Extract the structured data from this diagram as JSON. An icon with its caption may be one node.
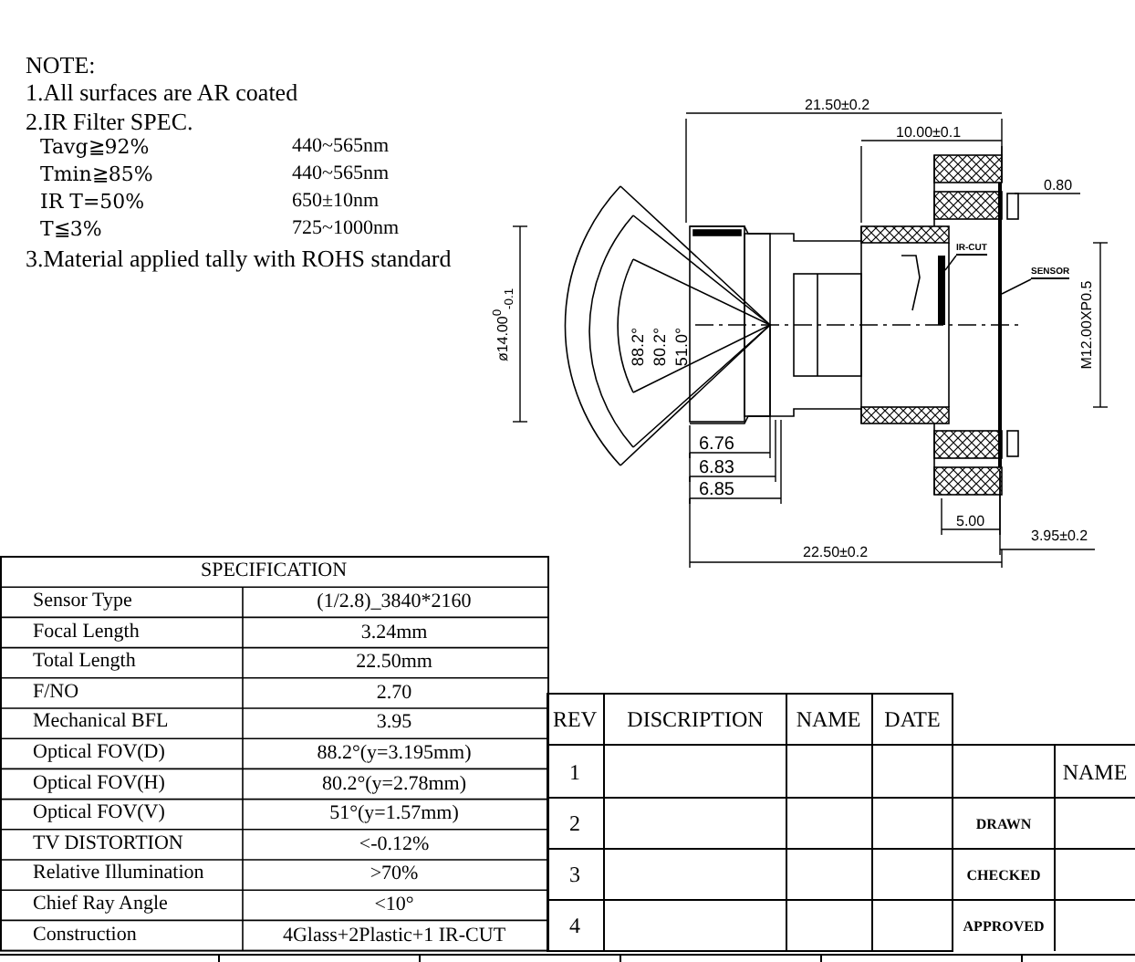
{
  "diagram": {
    "nodes": [
      {
        "text": [
          "IR-CUT"
        ]
      },
      {
        "text": [],
        "shape": "bar"
      },
      {
        "text": [
          "SENSOR"
        ]
      },
      {
        "text": [],
        "shape": "bar"
      }
    ],
    "edges": [
      {
        "from": 0,
        "to": 1,
        "arrow": "none"
      },
      {
        "from": 2,
        "to": 3,
        "arrow": "none"
      }
    ],
    "labels": [
      "NOTE:",
      "1.All surfaces are AR coated",
      "2.IR Filter SPEC.",
      "Tavg≧92%",
      "440~565nm",
      "Tmin≧85%",
      "440~565nm",
      "IR T=50%",
      "650±10nm",
      "T≦3%",
      "725~1000nm",
      "3.Material applied tally with ROHS standard",
      "21.50±0.2",
      "10.00±0.1",
      "0.80",
      "ø14.00$^{0}$$_{-0.1}$",
      "88.2°",
      "80.2°",
      "51.0°",
      "M12.00XP0.5",
      "6.76",
      "6.83",
      "6.85",
      "5.00",
      "3.95±0.2",
      "22.50±0.2",
      "SPECIFICATION",
      "Sensor Type",
      "(1/2.8)_3840*2160",
      "Focal Length",
      "3.24mm",
      "Total Length",
      "22.50mm",
      "F/NO",
      "2.70",
      "Mechanical BFL",
      "3.95",
      "Optical FOV(D)",
      "88.2°(y=3.195mm)",
      "Optical FOV(H)",
      "80.2°(y=2.78mm)",
      "Optical FOV(V)",
      "51°(y=1.57mm)",
      "TV DISTORTION",
      "<-0.12%",
      "Relative Illumination",
      ">70%",
      "Chief Ray Angle",
      "<10°",
      "Construction",
      "4Glass+2Plastic+1 IR-CUT",
      "REV",
      "DISCRIPTION",
      "NAME",
      "DATE",
      "1",
      "NAME",
      "2",
      "DRAWN",
      "3",
      "CHECKED",
      "4",
      "APPROVED"
    ]
  }
}
